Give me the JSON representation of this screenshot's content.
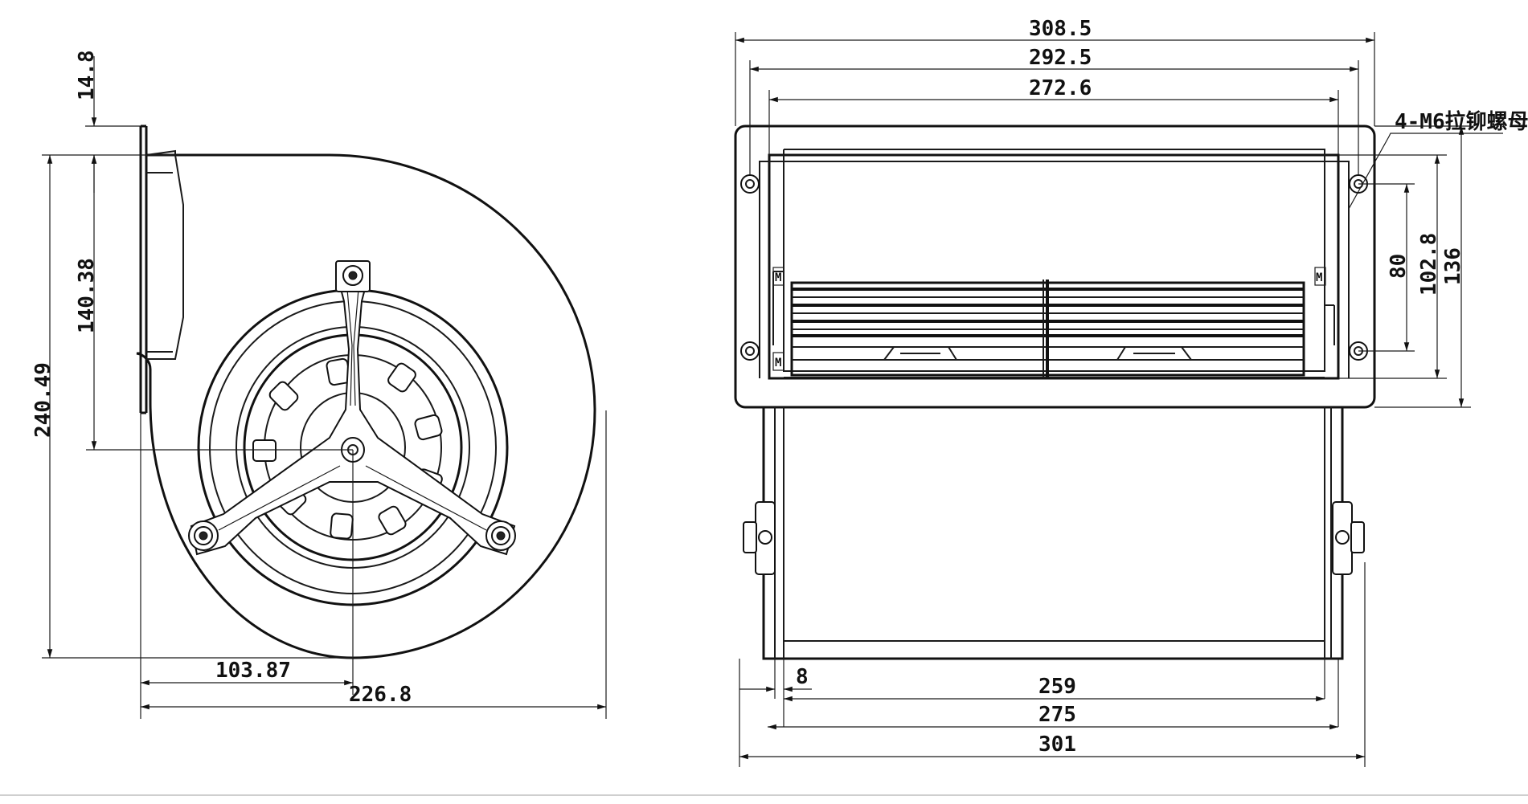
{
  "side_view": {
    "dimensions": {
      "flange_thickness": "14.8",
      "outlet_to_center": "140.38",
      "total_height": "240.49",
      "center_offset": "103.87",
      "total_width": "226.8"
    }
  },
  "front_view": {
    "dimensions": {
      "flange_width": "308.5",
      "hole_spacing_h": "292.5",
      "outlet_width": "272.6",
      "hole_spacing_v": "80",
      "outlet_height": "102.8",
      "flange_height": "136",
      "flange_inner_offset": "8",
      "body_inner_width": "259",
      "body_width": "275",
      "overall_width": "301"
    },
    "callout": "4-M6拉铆螺母"
  }
}
